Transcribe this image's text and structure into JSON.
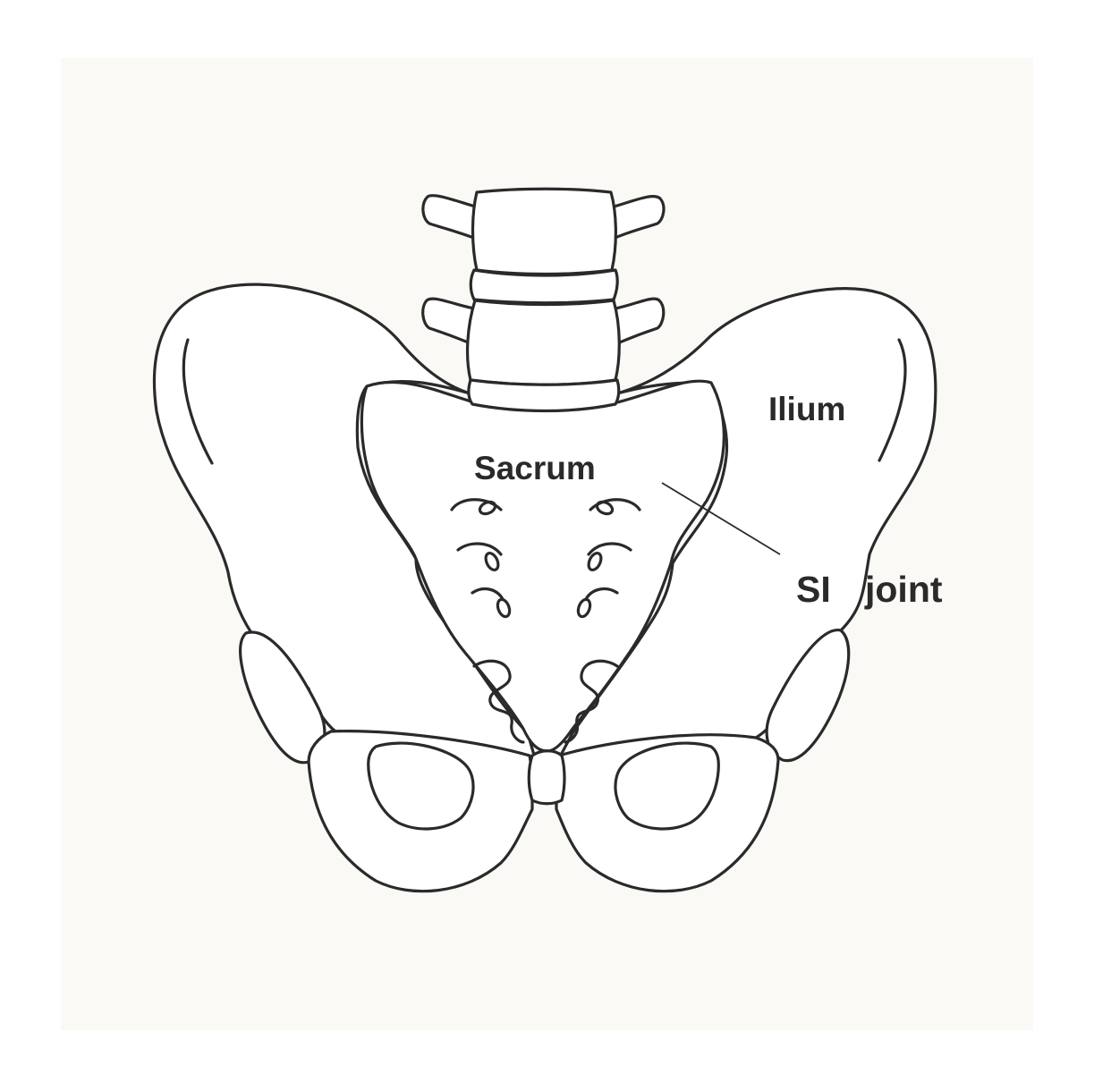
{
  "colors": {
    "panel_background": "#fbf9f6",
    "line": "#2a2a2a",
    "bone_fill": "#ffffff"
  },
  "labels": {
    "sacrum": "Sacrum",
    "ilium": "Ilium",
    "si": "SI",
    "joint": "joint"
  }
}
